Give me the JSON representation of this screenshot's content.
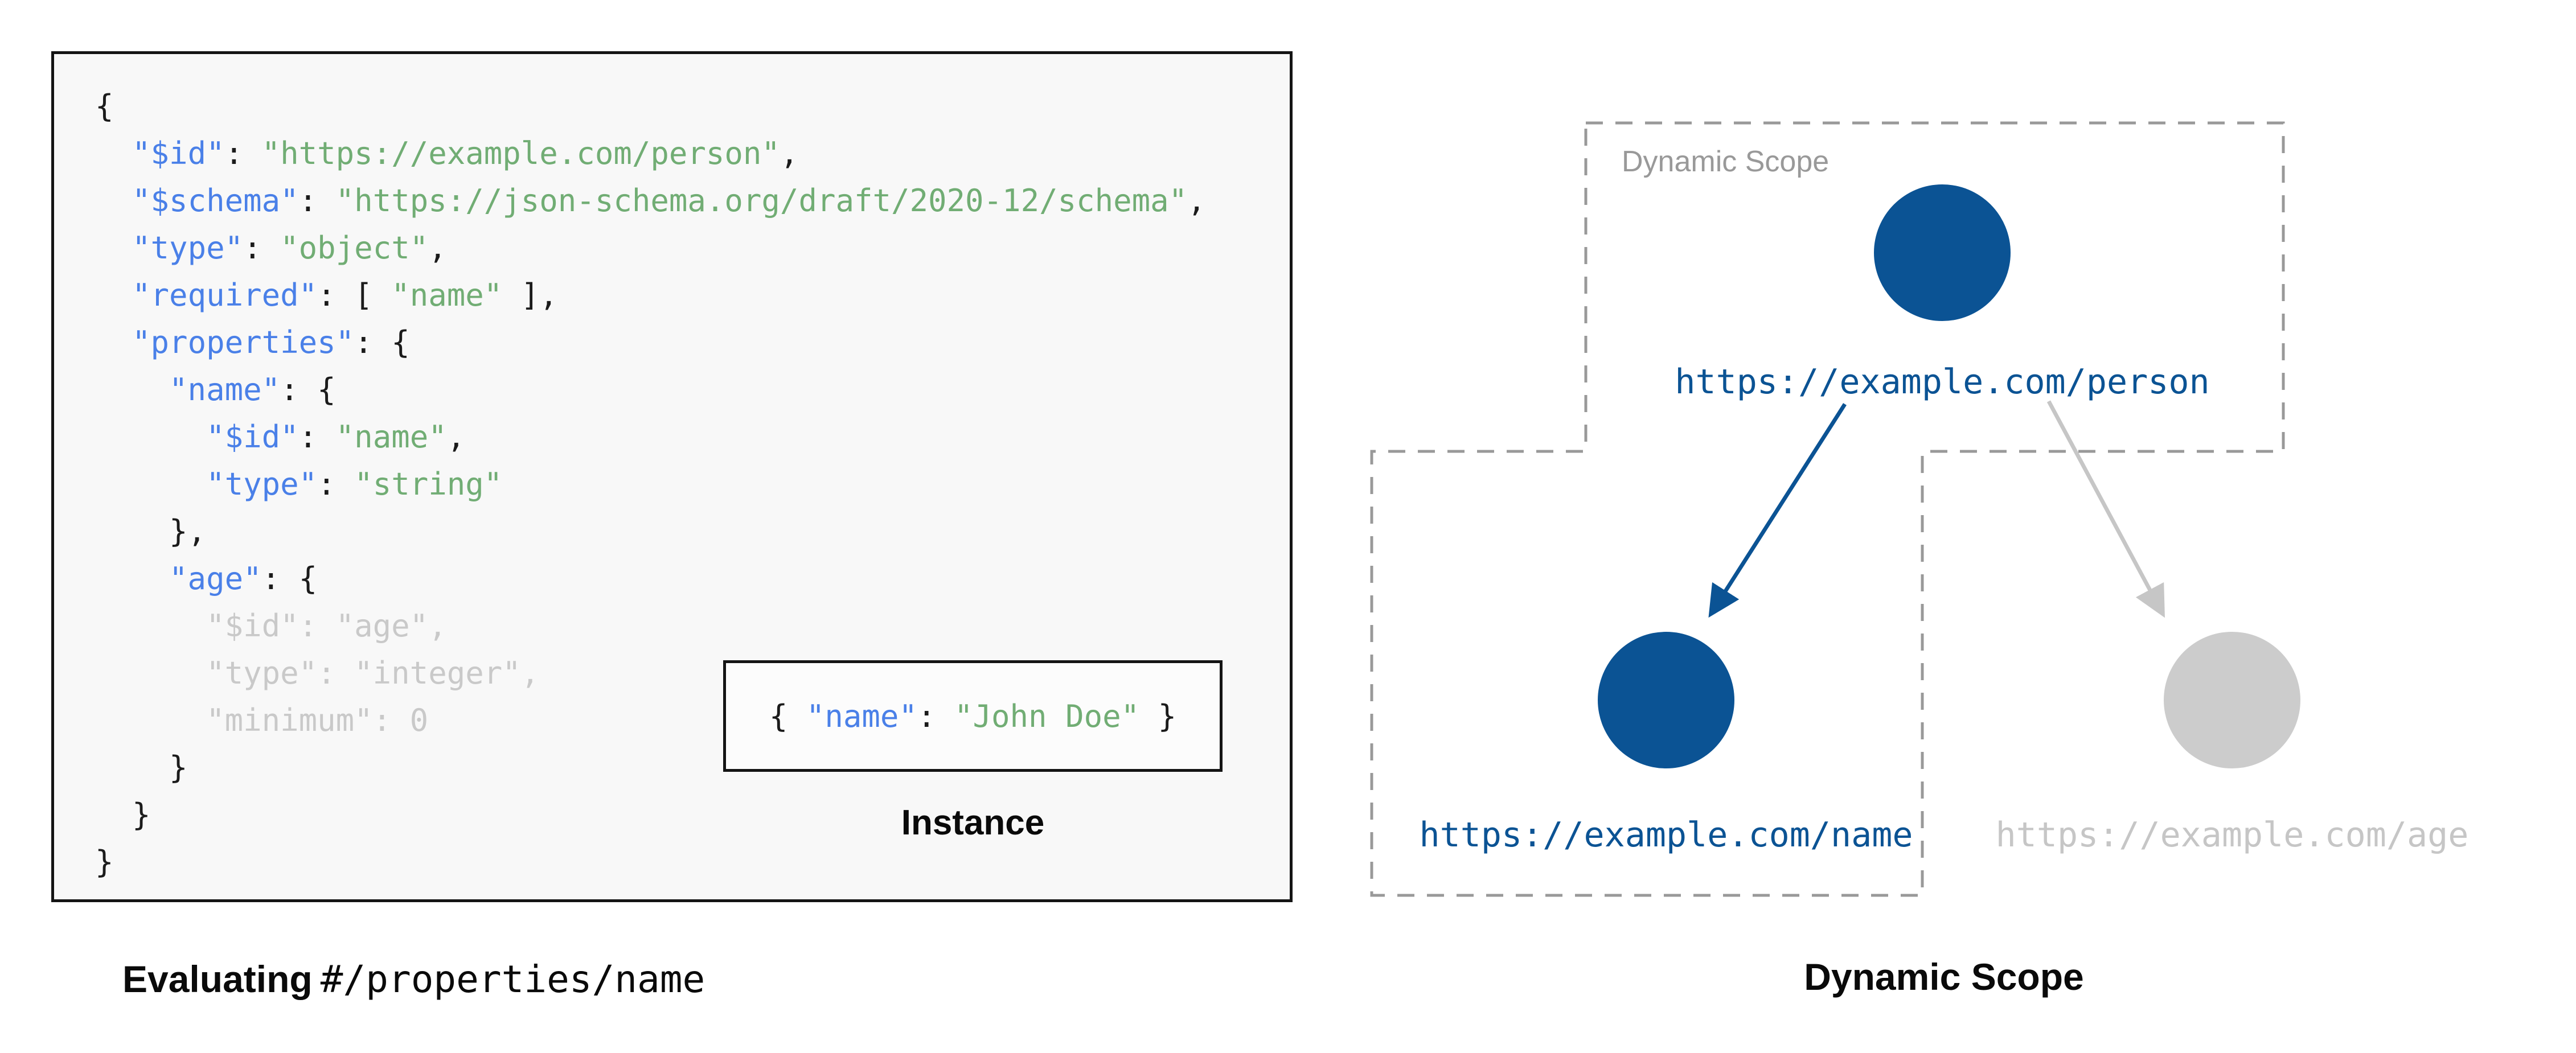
{
  "schema_panel": {
    "code": {
      "lines": [
        [
          {
            "t": "{",
            "c": "p"
          }
        ],
        [
          {
            "t": "  ",
            "c": "p"
          },
          {
            "t": "\"$id\"",
            "c": "k"
          },
          {
            "t": ": ",
            "c": "p"
          },
          {
            "t": "\"https://example.com/person\"",
            "c": "s"
          },
          {
            "t": ",",
            "c": "p"
          }
        ],
        [
          {
            "t": "  ",
            "c": "p"
          },
          {
            "t": "\"$schema\"",
            "c": "k"
          },
          {
            "t": ": ",
            "c": "p"
          },
          {
            "t": "\"https://json-schema.org/draft/2020-12/schema\"",
            "c": "s"
          },
          {
            "t": ",",
            "c": "p"
          }
        ],
        [
          {
            "t": "  ",
            "c": "p"
          },
          {
            "t": "\"type\"",
            "c": "k"
          },
          {
            "t": ": ",
            "c": "p"
          },
          {
            "t": "\"object\"",
            "c": "s"
          },
          {
            "t": ",",
            "c": "p"
          }
        ],
        [
          {
            "t": "  ",
            "c": "p"
          },
          {
            "t": "\"required\"",
            "c": "k"
          },
          {
            "t": ": [ ",
            "c": "p"
          },
          {
            "t": "\"name\"",
            "c": "s"
          },
          {
            "t": " ],",
            "c": "p"
          }
        ],
        [
          {
            "t": "  ",
            "c": "p"
          },
          {
            "t": "\"properties\"",
            "c": "k"
          },
          {
            "t": ": {",
            "c": "p"
          }
        ],
        [
          {
            "t": "    ",
            "c": "p"
          },
          {
            "t": "\"name\"",
            "c": "k"
          },
          {
            "t": ": {",
            "c": "p"
          }
        ],
        [
          {
            "t": "      ",
            "c": "p"
          },
          {
            "t": "\"$id\"",
            "c": "k"
          },
          {
            "t": ": ",
            "c": "p"
          },
          {
            "t": "\"name\"",
            "c": "s"
          },
          {
            "t": ",",
            "c": "p"
          }
        ],
        [
          {
            "t": "      ",
            "c": "p"
          },
          {
            "t": "\"type\"",
            "c": "k"
          },
          {
            "t": ": ",
            "c": "p"
          },
          {
            "t": "\"string\"",
            "c": "s"
          }
        ],
        [
          {
            "t": "    },",
            "c": "p"
          }
        ],
        [
          {
            "t": "    ",
            "c": "p"
          },
          {
            "t": "\"age\"",
            "c": "k"
          },
          {
            "t": ": {",
            "c": "p"
          }
        ],
        [
          {
            "t": "      \"$id\": \"age\",",
            "c": "d"
          }
        ],
        [
          {
            "t": "      \"type\": \"integer\",",
            "c": "d"
          }
        ],
        [
          {
            "t": "      \"minimum\": 0",
            "c": "d"
          }
        ],
        [
          {
            "t": "    }",
            "c": "p"
          }
        ],
        [
          {
            "t": "  }",
            "c": "p"
          }
        ],
        [
          {
            "t": "}",
            "c": "p"
          }
        ]
      ]
    },
    "instance": {
      "tokens": [
        {
          "t": "{ ",
          "c": "p"
        },
        {
          "t": "\"name\"",
          "c": "k"
        },
        {
          "t": ": ",
          "c": "p"
        },
        {
          "t": "\"John Doe\"",
          "c": "s"
        },
        {
          "t": " }",
          "c": "p"
        }
      ],
      "label": "Instance"
    },
    "caption": {
      "bold": "Evaluating",
      "mono": "#/properties/name"
    }
  },
  "scope_panel": {
    "scope_label": "Dynamic Scope",
    "caption": "Dynamic Scope",
    "nodes": [
      {
        "id": "person",
        "url": "https://example.com/person",
        "state": "active"
      },
      {
        "id": "name",
        "url": "https://example.com/name",
        "state": "active"
      },
      {
        "id": "age",
        "url": "https://example.com/age",
        "state": "inactive"
      }
    ],
    "edges": [
      {
        "from": "person",
        "to": "name",
        "state": "active"
      },
      {
        "from": "person",
        "to": "age",
        "state": "inactive"
      }
    ]
  },
  "colors": {
    "accent_blue": "#0b5394",
    "code_key_blue": "#4a80e8",
    "code_string_green": "#71ad74",
    "code_dim_gray": "#c9c9c9",
    "inactive_gray": "#cccccc",
    "inactive_text_gray": "#c6c6c6",
    "dashed_border_gray": "#999999",
    "code_background": "#f8f8f8"
  }
}
